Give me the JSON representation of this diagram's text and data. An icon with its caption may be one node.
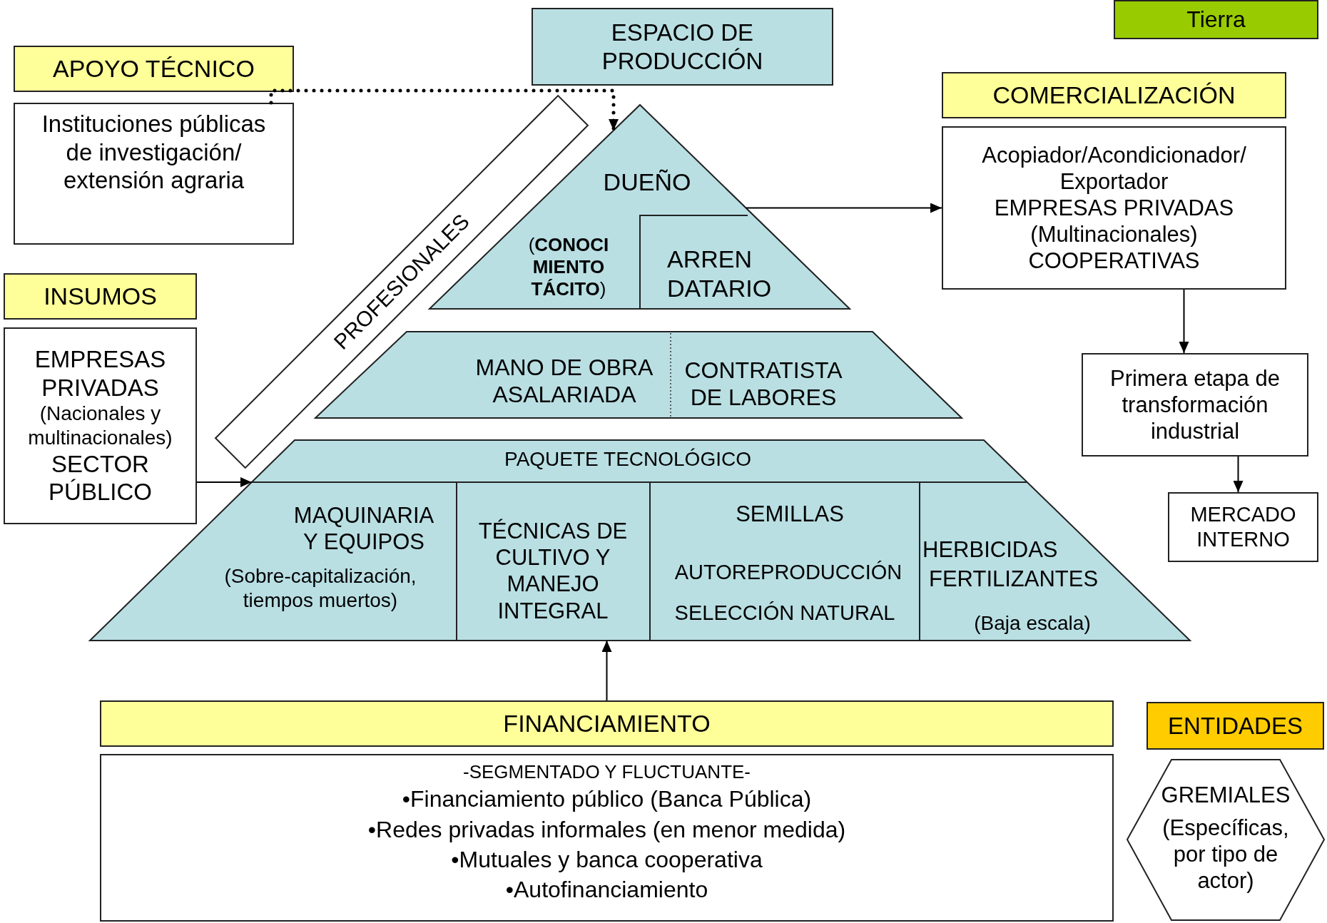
{
  "diagram": {
    "nodes": [
      {
        "text": [
          "Tierra"
        ]
      },
      {
        "text": [
          "ESPACIO DE PRODUCCIÓN"
        ]
      },
      {
        "text": [
          "APOYO TÉCNICO"
        ]
      },
      {
        "text": [
          "Instituciones públicas de investigación/ extensión agraria"
        ]
      },
      {
        "text": [
          "INSUMOS"
        ]
      },
      {
        "text": [
          "EMPRESAS PRIVADAS",
          "(Nacionales y multinacionales)",
          "SECTOR PÚBLICO"
        ]
      },
      {
        "text": [
          "COMERCIALIZACIÓN"
        ]
      },
      {
        "text": [
          "Acopiador/Acondicionador/ Exportador",
          "EMPRESAS PRIVADAS",
          "(Multinacionales)",
          "COOPERATIVAS"
        ]
      },
      {
        "text": [
          "Primera etapa de transformación industrial"
        ]
      },
      {
        "text": [
          "MERCADO INTERNO"
        ]
      },
      {
        "text": [
          "PROFESIONALES"
        ]
      },
      {
        "text": [
          "DUEÑO",
          "(**CONOCI MIENTO TÁCITO**)"
        ]
      },
      {
        "text": [
          "ARREN DATARIO"
        ],
        "in": 11
      },
      {
        "text": [
          "MANO DE OBRA ASALARIADA",
          "CONTRATISTA DE LABORES"
        ]
      },
      {
        "text": [
          "PAQUETE TECNOLÓGICO"
        ]
      },
      {
        "text": [
          "MAQUINARIA Y EQUIPOS",
          "(Sobre-capitalización, tiempos muertos)"
        ],
        "in": 14
      },
      {
        "text": [
          "TÉCNICAS DE CULTIVO Y MANEJO INTEGRAL"
        ],
        "in": 14
      },
      {
        "text": [
          "SEMILLAS",
          "AUTOREPRODUCCIÓN",
          "SELECCIÓN NATURAL"
        ],
        "in": 14
      },
      {
        "text": [
          "HERBICIDAS",
          "FERTILIZANTES",
          "(Baja escala)"
        ],
        "in": 14
      },
      {
        "text": [
          "FINANCIAMIENTO"
        ]
      },
      {
        "text": [
          "-SEGMENTADO Y FLUCTUANTE-",
          "•Financiamiento público (Banca Pública)",
          "•Redes privadas informales (en menor medida)",
          "•Mutuales y banca cooperativa",
          "•Autofinanciamiento"
        ]
      },
      {
        "text": [
          "ENTIDADES"
        ]
      },
      {
        "text": [
          "GREMIALES",
          "(Específicas, por tipo de actor)"
        ]
      }
    ],
    "edges": [
      {
        "from": 3,
        "to": 11,
        "arrow": "to",
        "style": "dashed"
      },
      {
        "from": 11,
        "to": 7,
        "arrow": "to"
      },
      {
        "from": 7,
        "to": 8,
        "arrow": "to"
      },
      {
        "from": 8,
        "to": 9,
        "arrow": "to"
      },
      {
        "from": 5,
        "to": 14,
        "arrow": "to"
      },
      {
        "from": 19,
        "to": 14,
        "arrow": "to"
      }
    ]
  }
}
